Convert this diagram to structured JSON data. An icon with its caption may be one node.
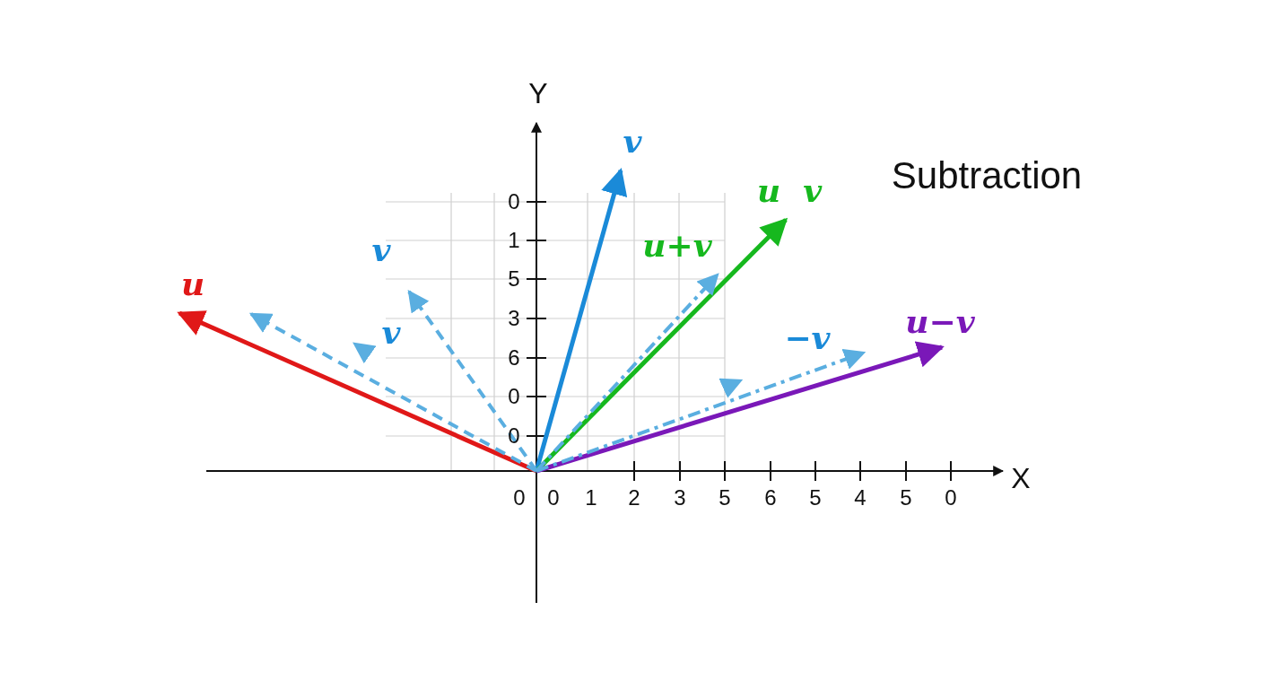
{
  "diagram": {
    "title": "Subtraction",
    "labels": [
      "Y",
      "v",
      "u  v",
      "0",
      "1",
      "v",
      "u+v",
      "5",
      "u",
      "3",
      "v",
      "u−v",
      "−v",
      "6",
      "0",
      "0",
      "X",
      "0",
      "0",
      "1",
      "2",
      "3",
      "5",
      "6",
      "5",
      "4",
      "5",
      "0"
    ]
  }
}
